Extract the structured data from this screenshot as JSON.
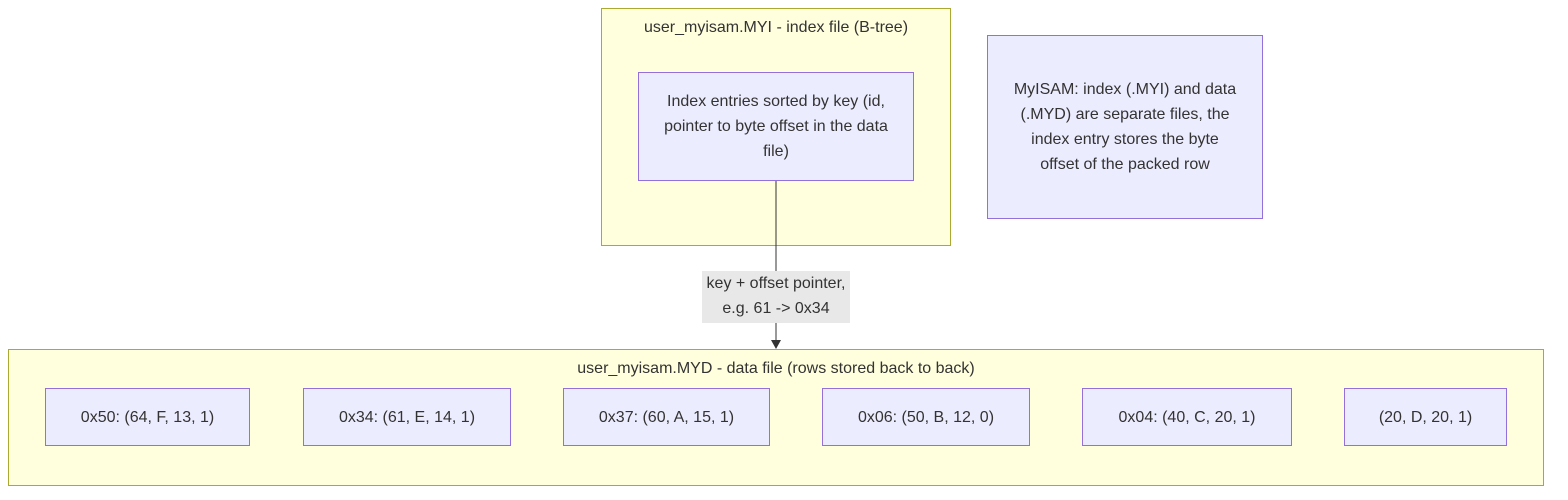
{
  "index_cluster": {
    "title": "user_myisam.MYI - index file (B-tree)",
    "node_text": "Index entries sorted by key (id, pointer to byte offset in the data file)"
  },
  "note": {
    "text": "MyISAM: index (.MYI) and data (.MYD) are separate files, the index entry stores the byte offset of the packed row"
  },
  "edge": {
    "label_line1": "key + offset pointer,",
    "label_line2": "e.g. 61 -> 0x34"
  },
  "data_cluster": {
    "title": "user_myisam.MYD - data file (rows stored back to back)",
    "rows": [
      "0x50: (64, F, 13, 1)",
      "0x34: (61, E, 14, 1)",
      "0x37: (60, A, 15, 1)",
      "0x06: (50, B, 12, 0)",
      "0x04: (40, C, 20, 1)",
      "(20, D, 20, 1)"
    ]
  },
  "colors": {
    "cluster_fill": "#ffffde",
    "cluster_border": "#aaaa33",
    "node_fill": "#ececff",
    "node_border": "#9370db",
    "edge": "#333333"
  }
}
